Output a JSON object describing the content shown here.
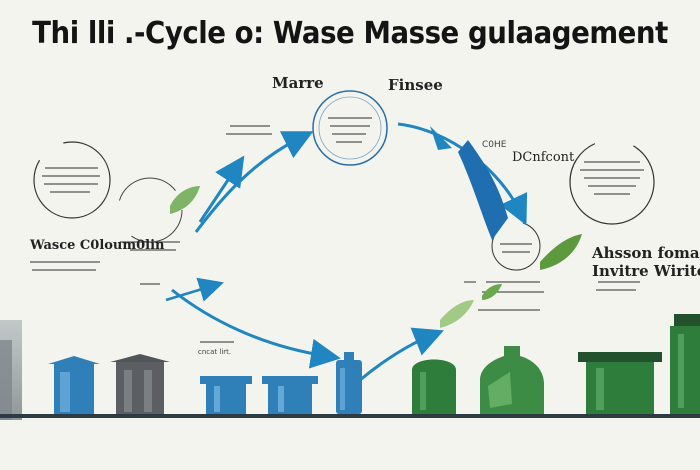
{
  "title": "Thi lli .-Cycle o: Wase Masse gulaagement",
  "labels": {
    "top_left": "Marre",
    "top_right": "Finsee",
    "right_small": "C0HE",
    "right_mid": "DCnfcont",
    "left_mid": "Wasce C0loum0lin",
    "right_lower_1": "Ahsson fomal",
    "right_lower_2": "Invitre Wiritc.",
    "center_bottom": "cncat lirt."
  },
  "colors": {
    "background": "#f3f4ee",
    "arrow_blue": "#1f86c2",
    "bin_blue": "#2f7fb8",
    "bin_green": "#2e7d3a",
    "dark_green": "#23502d",
    "gray_structure": "#5b5f63"
  },
  "icons": [
    "recycle-arrow-icon",
    "leaf-icon",
    "waste-bin-icon",
    "building-icon",
    "bottle-icon"
  ]
}
